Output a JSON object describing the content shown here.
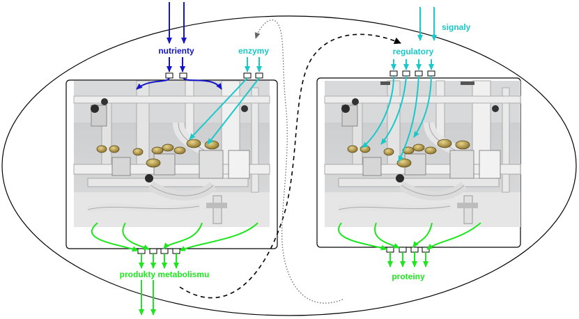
{
  "labels": {
    "nutrients": "nutrienty",
    "enzymes": "enzymy",
    "signals": "signaly",
    "regulators": "regulatory",
    "metabolic_products": "produkty metabolismu",
    "proteins": "proteiny"
  },
  "colors": {
    "nutrients": "#1414c8",
    "enzymes": "#19c8c8",
    "products": "#1ee61e",
    "outline": "#000000",
    "photo_bg": "#d2d2d2"
  },
  "illustrations": {
    "left": "industrial-pipe-valve-photo",
    "right": "industrial-pipe-valve-photo"
  }
}
